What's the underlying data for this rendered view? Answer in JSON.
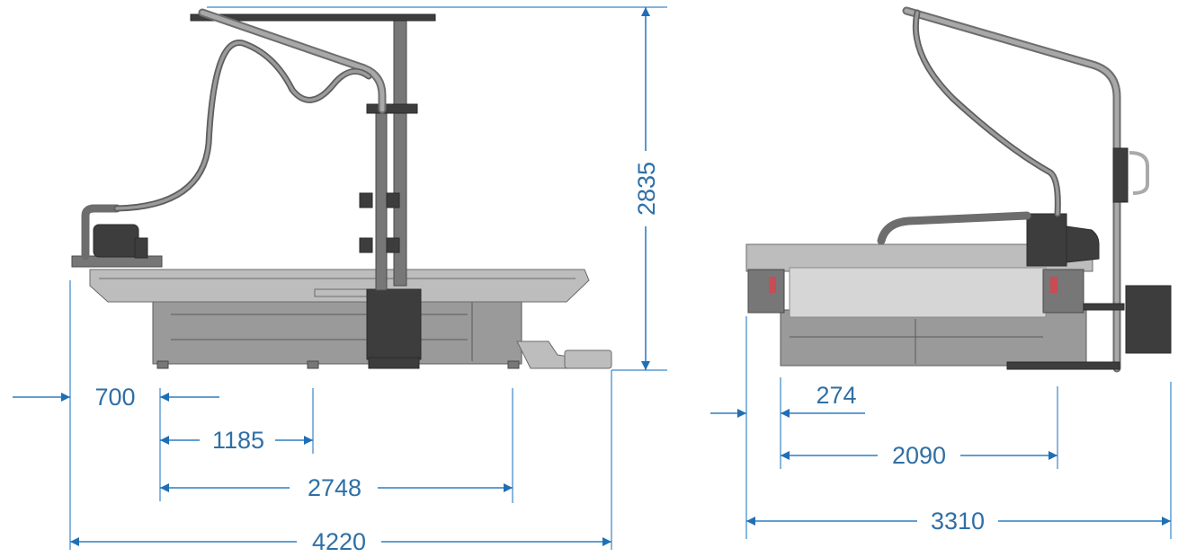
{
  "dimensions": {
    "height": "2835",
    "front_offset": "700",
    "front_inner": "1185",
    "front_span": "2748",
    "front_total": "4220",
    "side_offset": "274",
    "side_span": "2090",
    "side_total": "3310"
  },
  "colors": {
    "dimension": "#2f6fa6",
    "machine": "#9a9a9a",
    "dark_parts": "#3d3d3d"
  }
}
